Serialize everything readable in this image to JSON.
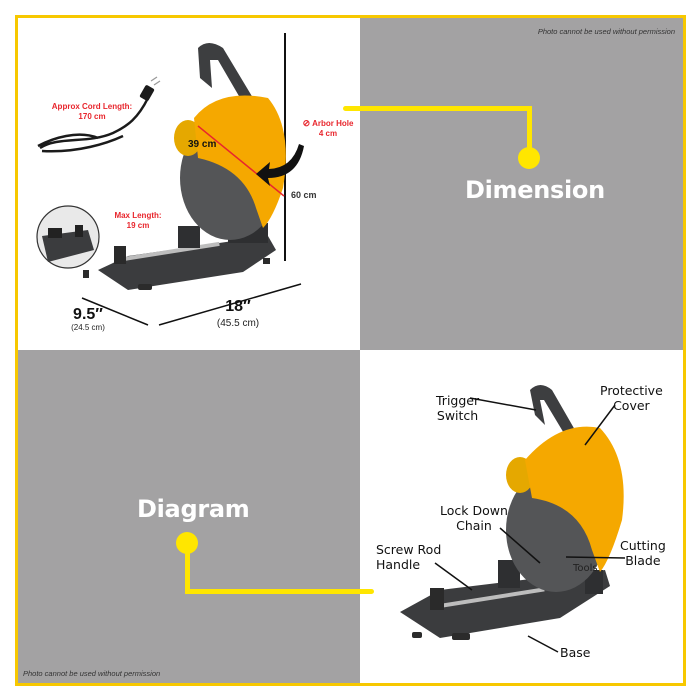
{
  "colors": {
    "frame_border": "#f7c800",
    "panel_gray": "#a3a2a3",
    "connector_yellow": "#ffe600",
    "annotation_red": "#e8262d",
    "saw_yellow": "#f5a800",
    "saw_dark": "#3a3b3d"
  },
  "watermark": {
    "top_right": "Photo cannot be used without permission",
    "bottom_left": "Photo cannot be used without permission"
  },
  "sections": {
    "dimension": {
      "title": "Dimension",
      "annotations": {
        "cord_length_label": "Approx Cord Length:",
        "cord_length_value": "170 cm",
        "arbor_hole_label": "Arbor Hole",
        "arbor_hole_value": "4 cm",
        "blade_diameter": "39 cm",
        "height": "60 cm",
        "max_length_label": "Max Length:",
        "max_length_value": "19 cm",
        "width_in": "9.5″",
        "width_cm": "(24.5 cm)",
        "length_in": "18″",
        "length_cm": "(45.5 cm)"
      }
    },
    "diagram": {
      "title": "Diagram",
      "parts": {
        "trigger_switch": [
          "Trigger",
          "Switch"
        ],
        "protective_cover": [
          "Protective",
          "Cover"
        ],
        "lock_down_chain": [
          "Lock Down",
          "Chain"
        ],
        "screw_rod_handle": [
          "Screw Rod",
          "Handle"
        ],
        "cutting_blade": [
          "Cutting",
          "Blade"
        ],
        "base": "Base",
        "tools": "Tools"
      }
    }
  },
  "icons": {
    "arbor_hole": "diameter-icon",
    "plug": "power-plug-icon"
  }
}
